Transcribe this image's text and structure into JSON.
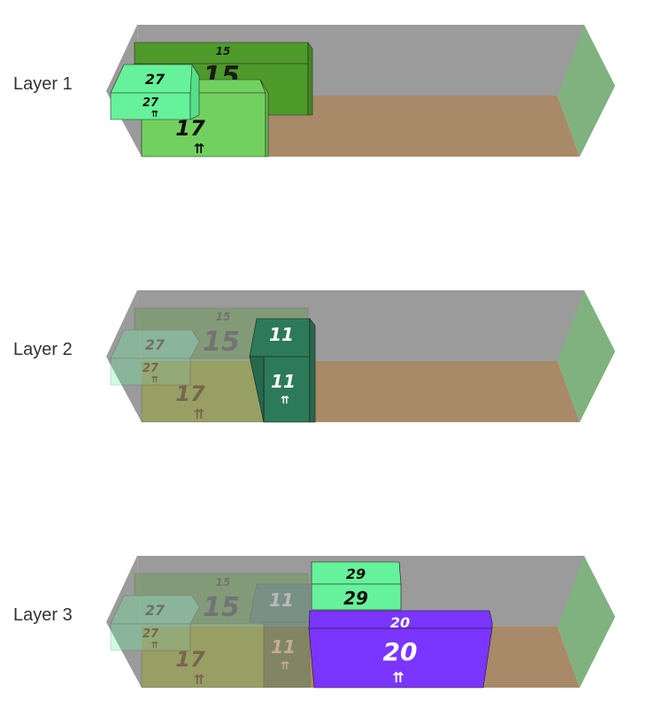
{
  "layers": [
    {
      "label": "Layer 1"
    },
    {
      "label": "Layer 2"
    },
    {
      "label": "Layer 3"
    }
  ],
  "boxes": {
    "b15": {
      "id": "15",
      "color": "#4e9a2a"
    },
    "b17": {
      "id": "17",
      "color": "#72d05f"
    },
    "b27": {
      "id": "27",
      "color": "#66f29a"
    },
    "b11": {
      "id": "11",
      "color": "#2d7a5a"
    },
    "b29": {
      "id": "29",
      "color": "#66f29a"
    },
    "b20": {
      "id": "20",
      "color": "#7a35ff"
    }
  },
  "orientation_mark": "⇈",
  "container": {
    "wall_color": "#9b9b9b",
    "floor_color": "#a88a68",
    "end_color": "#7fb27f"
  }
}
